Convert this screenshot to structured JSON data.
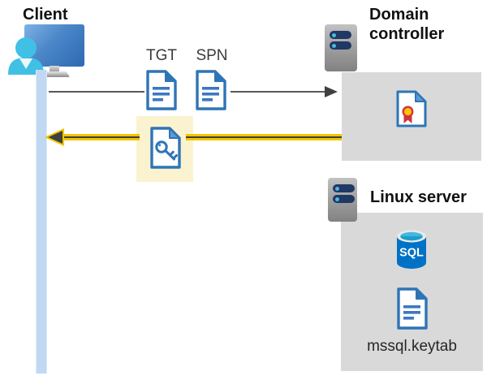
{
  "client": {
    "label": "Client"
  },
  "tickets": {
    "tgt": "TGT",
    "spn": "SPN"
  },
  "domain_controller": {
    "label": "Domain controller"
  },
  "linux_server": {
    "label": "Linux server",
    "database_label": "SQL",
    "keytab_file": "mssql.keytab"
  },
  "icons": {
    "client": "client-computer-icon",
    "user": "user-icon",
    "ticket_documents": "document-icon",
    "key_ticket": "key-document-icon",
    "domain_controller": "server-icon",
    "certificate": "certificate-icon",
    "linux_server": "server-icon",
    "database": "sql-database-icon",
    "keytab": "document-icon"
  },
  "colors": {
    "doc_blue": "#2E75B6",
    "box_gray": "#D9D9D9",
    "highlight_yellow": "#FBF3CF",
    "arrow_yellow": "#F2C500",
    "arrow_gray": "#595959",
    "arrowhead_dark": "#404040",
    "lifeline_blue": "#C1D8F3",
    "person_cyan": "#3FC0E4",
    "monitor_blue": "#2E69B2",
    "sql_blue": "#0072C6",
    "cert_red": "#D13438",
    "cert_gold": "#FFC107",
    "server_slot_navy": "#1F3864"
  }
}
